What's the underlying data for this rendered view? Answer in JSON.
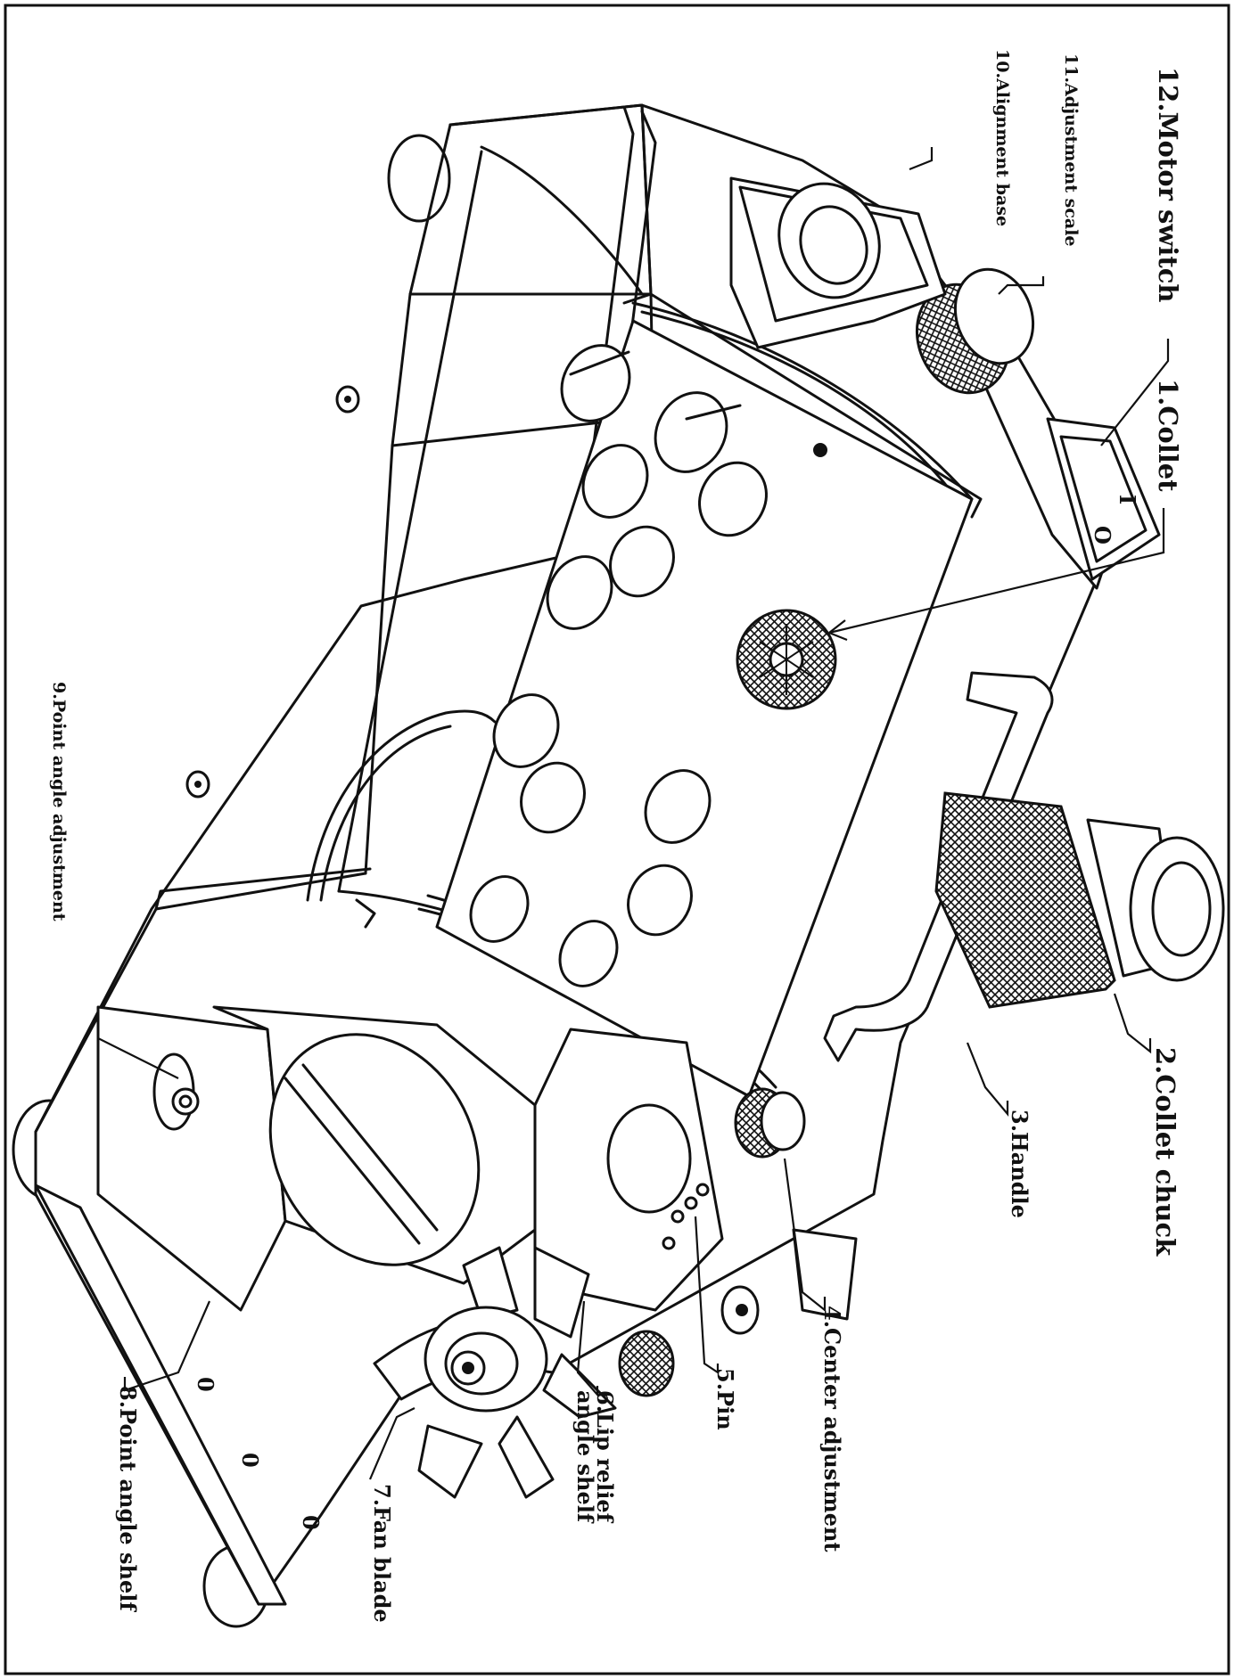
{
  "labels": {
    "collet": "1.Collet",
    "collet_chuck": "2.Collet chuck",
    "handle": "3.Handle",
    "center_adjustment": "4.Center adjustment",
    "pin": "5.Pin",
    "lip_relief_1": "6.Lip relief",
    "lip_relief_2": "angle shelf",
    "fan_blade": "7.Fan blade",
    "point_angle_shelf": "8.Point angle shelf",
    "point_angle_adjustment": "9.Point angle adjustment",
    "alignment_base": "10.Alignment base",
    "adjustment_scale": "11.Adjustment scale",
    "motor_switch": "12.Motor switch"
  },
  "switch_marks": {
    "on": "I",
    "off": "O"
  },
  "shelf_marks": [
    "0",
    "0",
    "0"
  ]
}
